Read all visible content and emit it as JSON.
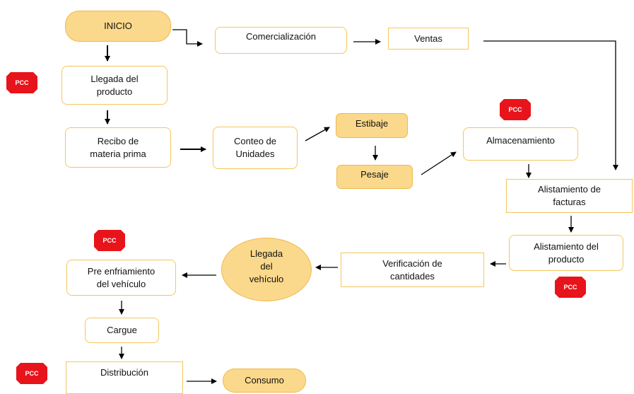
{
  "diagram": {
    "nodes": {
      "inicio": "INICIO",
      "comercializacion": "Comercialización",
      "ventas": "Ventas",
      "llegada_producto": "Llegada del\nproducto",
      "recibo": "Recibo de\nmateria prima",
      "conteo": "Conteo de\nUnidades",
      "estibaje": "Estibaje",
      "pesaje": "Pesaje",
      "almacenamiento": "Almacenamiento",
      "alistamiento_facturas": "Alistamiento de\nfacturas",
      "alistamiento_producto": "Alistamiento del\nproducto",
      "verificacion": "Verificación de\ncantidades",
      "llegada_vehiculo": "Llegada\ndel\nvehículo",
      "pre_enfriamiento": "Pre enfriamiento\ndel vehículo",
      "cargue": "Cargue",
      "distribucion": "Distribución",
      "consumo": "Consumo"
    },
    "pcc_label": "PCC",
    "colors": {
      "node_fill": "#fbd98c",
      "node_border": "#f5c65a",
      "pcc_fill": "#e8141b",
      "arrow": "#000000"
    }
  }
}
